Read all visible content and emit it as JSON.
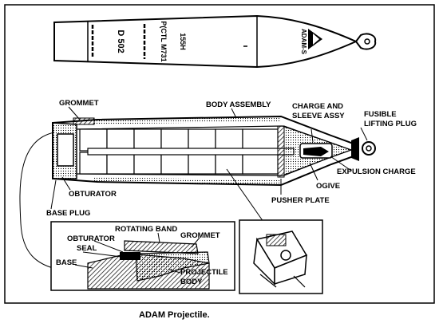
{
  "figure": {
    "caption": "ADAM Projectile.",
    "upper_projectile": {
      "markings": [
        "155H",
        "P(CTL M731",
        "D 502",
        "ADAM-S"
      ]
    },
    "callouts": {
      "grommet": "GROMMET",
      "body_assembly": "BODY ASSEMBLY",
      "charge_line1": "CHARGE AND",
      "charge_line2": "SLEEVE ASSY",
      "fusible_line1": "FUSIBLE",
      "fusible_line2": "LIFTING PLUG",
      "expulsion_charge": "EXPULSION CHARGE",
      "ogive": "OGIVE",
      "obturator": "OBTURATOR",
      "pusher_plate": "PUSHER PLATE",
      "base_plug": "BASE PLUG"
    },
    "detail_inset": {
      "rotating_band": "ROTATING BAND",
      "obturator": "OBTURATOR",
      "grommet": "GROMMET",
      "seal": "SEAL",
      "base": "BASE",
      "projectile_line1": "PROJECTILE",
      "projectile_line2": "BODY"
    }
  }
}
